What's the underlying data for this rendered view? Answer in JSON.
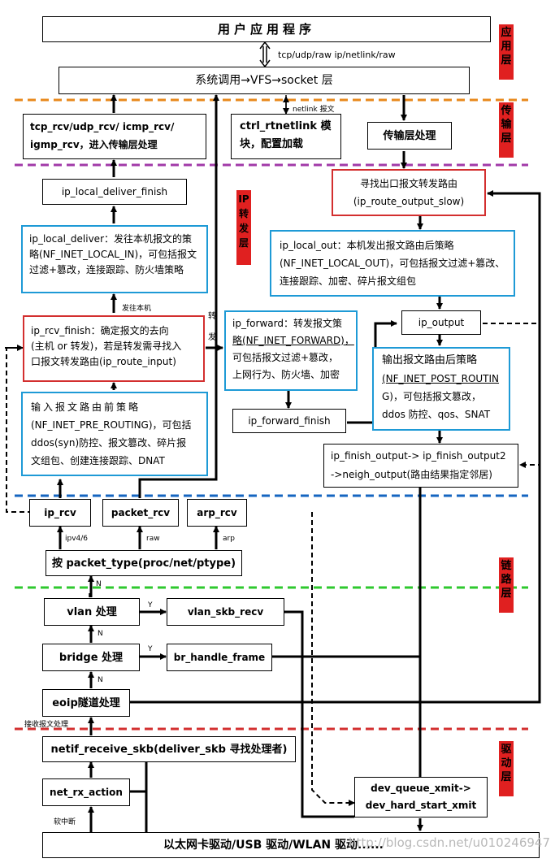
{
  "layers": {
    "app": "应用层",
    "transport": "传输层",
    "ip_forward": "IP转发层",
    "link": "链路层",
    "driver": "驱动层"
  },
  "boxes": {
    "user_app": "用户应用程序",
    "syscall": "系统调用→VFS→socket 层",
    "tcp_rcv": [
      "tcp_rcv/udp_rcv/ icmp_rcv/",
      "igmp_rcv，进入传输层处理"
    ],
    "ctrl_rtnetlink": [
      "ctrl_rtnetlink 模",
      "块，配置加载"
    ],
    "transport_proc": "传输层处理",
    "ip_local_deliver_finish": "ip_local_deliver_finish",
    "route_output": [
      "寻找出口报文转发路由",
      "(ip_route_output_slow)"
    ],
    "ip_local_deliver": [
      "ip_local_deliver：发往本机报文的策",
      "略(NF_INET_LOCAL_IN)，可包括报文",
      "过滤+篡改，连接跟踪、防火墙策略"
    ],
    "ip_local_out": [
      "ip_local_out：本机发出报文路由后策略",
      "(NF_INET_LOCAL_OUT)，可包括报文过滤+篡改、",
      "连接跟踪、加密、碎片报文组包"
    ],
    "ip_output": "ip_output",
    "ip_rcv_finish": [
      "ip_rcv_finish：确定报文的去向",
      "(主机 or 转发)，若是转发需寻找入",
      "口报文转发路由(ip_route_input)"
    ],
    "ip_forward": [
      "ip_forward：转发报文策",
      "略(NF_INET_FORWARD)，",
      "可包括报文过滤+篡改，",
      "上网行为、防火墙、加密"
    ],
    "post_routing": [
      "输出报文路由后策略",
      "(NF_INET_POST_ROUTIN",
      "G)，可包括报文篡改，",
      "ddos 防控、qos、SNAT"
    ],
    "pre_routing": [
      "输入报文路由前策略",
      "(NF_INET_PRE_ROUTING)，可包括",
      "ddos(syn)防控、报文篡改、碎片报",
      "文组包、创建连接跟踪、DNAT"
    ],
    "ip_forward_finish": "ip_forward_finish",
    "ip_finish_output": [
      "ip_finish_output-> ip_finish_output2",
      "->neigh_output(路由结果指定邻居)"
    ],
    "ip_rcv": "ip_rcv",
    "packet_rcv": "packet_rcv",
    "arp_rcv": "arp_rcv",
    "packet_type": "按 packet_type(proc/net/ptype)",
    "vlan": "vlan 处理",
    "vlan_skb_recv": "vlan_skb_recv",
    "bridge": "bridge 处理",
    "br_handle_frame": "br_handle_frame",
    "eoip": "eoip隧道处理",
    "netif_receive_skb": "netif_receive_skb(deliver_skb 寻找处理者)",
    "net_rx_action": "net_rx_action",
    "dev_queue_xmit": [
      "dev_queue_xmit->",
      "dev_hard_start_xmit"
    ],
    "driver": "以太网卡驱动/USB 驱动/WLAN 驱动......"
  },
  "edge_labels": {
    "tcp_udp": "tcp/udp/raw ip/netlink/raw",
    "netlink_msg": "netlink 报文",
    "to_local": "发往本机",
    "forward_1": "转",
    "forward_2": "发",
    "ipv4_6": "ipv4/6",
    "raw": "raw",
    "arp": "arp",
    "n1": "N",
    "n2": "N",
    "n3": "N",
    "y1": "Y",
    "y2": "Y",
    "recv_proc": "接收报文处理",
    "soft_irq": "软中断"
  },
  "watermark": "http://blog.csdn.net/u010246947",
  "colors": {
    "app_line": "#e8891c",
    "transport_line": "#a23aa8",
    "ip_line": "#1565c0",
    "link_line": "#2ec82e",
    "driver_line": "#d32f2f",
    "red_box": "#d32f2f",
    "blue_box": "#1e9ad6",
    "layer_tag": "#e02020"
  }
}
